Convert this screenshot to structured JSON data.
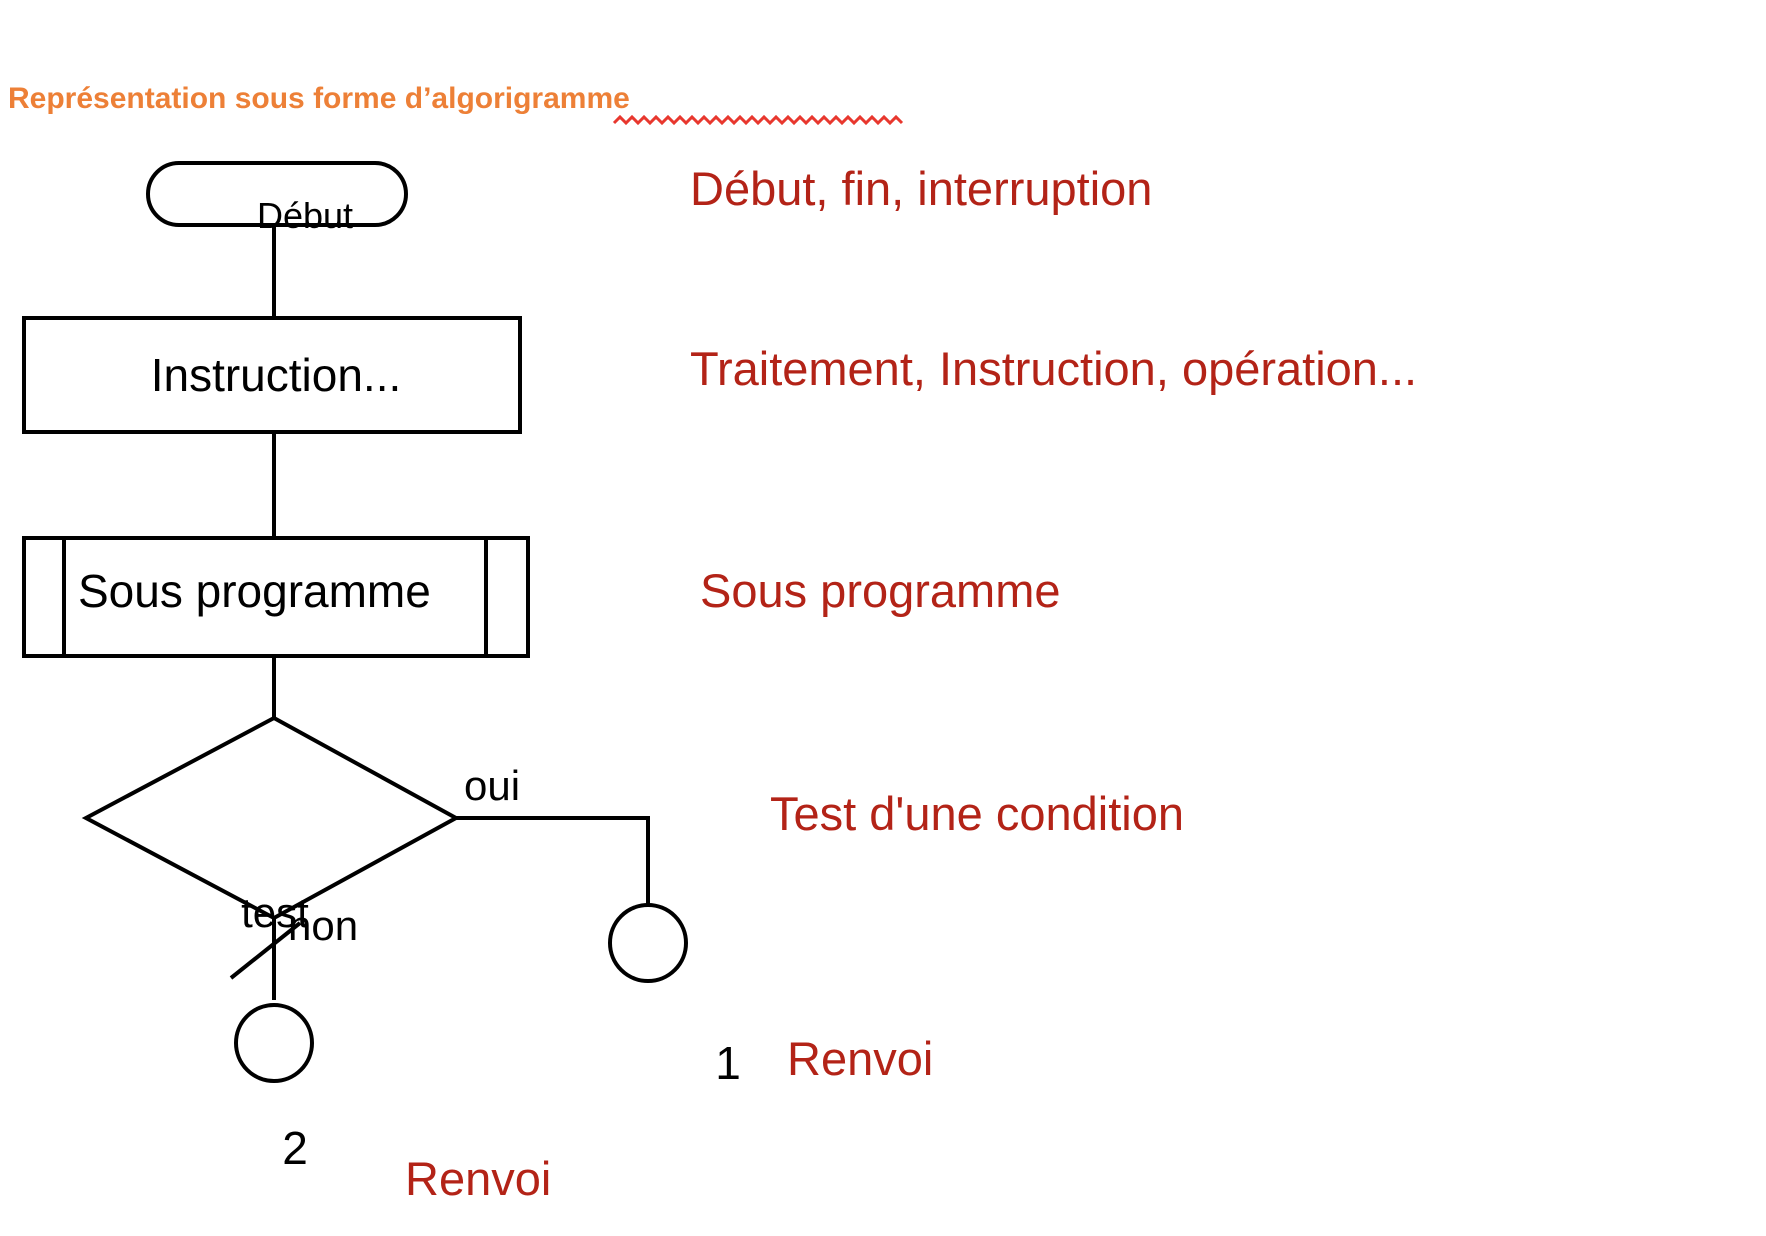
{
  "slide": {
    "title_prefix": "Représentation sous forme d’",
    "title_misspelled_word": "algorigramme",
    "title_color": "#ED8037",
    "legend_color": "#B32317",
    "shape_color": "#000000",
    "background": "#ffffff"
  },
  "flowchart": {
    "nodes": [
      {
        "id": "debut",
        "shape": "terminator-stadium",
        "label": "Début"
      },
      {
        "id": "instruction",
        "shape": "rectangle-process",
        "label": "Instruction..."
      },
      {
        "id": "sous-programme",
        "shape": "predefined-process",
        "label": "Sous programme"
      },
      {
        "id": "test",
        "shape": "diamond-decision",
        "label": "test"
      },
      {
        "id": "connector-1",
        "shape": "circle-connector",
        "label": "1"
      },
      {
        "id": "connector-2",
        "shape": "circle-connector",
        "label": "2"
      }
    ],
    "edge_labels": {
      "yes": "oui",
      "no": "non"
    }
  },
  "legend": {
    "items": [
      {
        "id": "terminator",
        "text": "Début, fin, interruption"
      },
      {
        "id": "process",
        "text": "Traitement, Instruction, opération..."
      },
      {
        "id": "subprogram",
        "text": "Sous programme"
      },
      {
        "id": "decision",
        "text": "Test d'une condition"
      },
      {
        "id": "connector-1",
        "text": "Renvoi"
      },
      {
        "id": "connector-2",
        "text": "Renvoi"
      }
    ]
  }
}
